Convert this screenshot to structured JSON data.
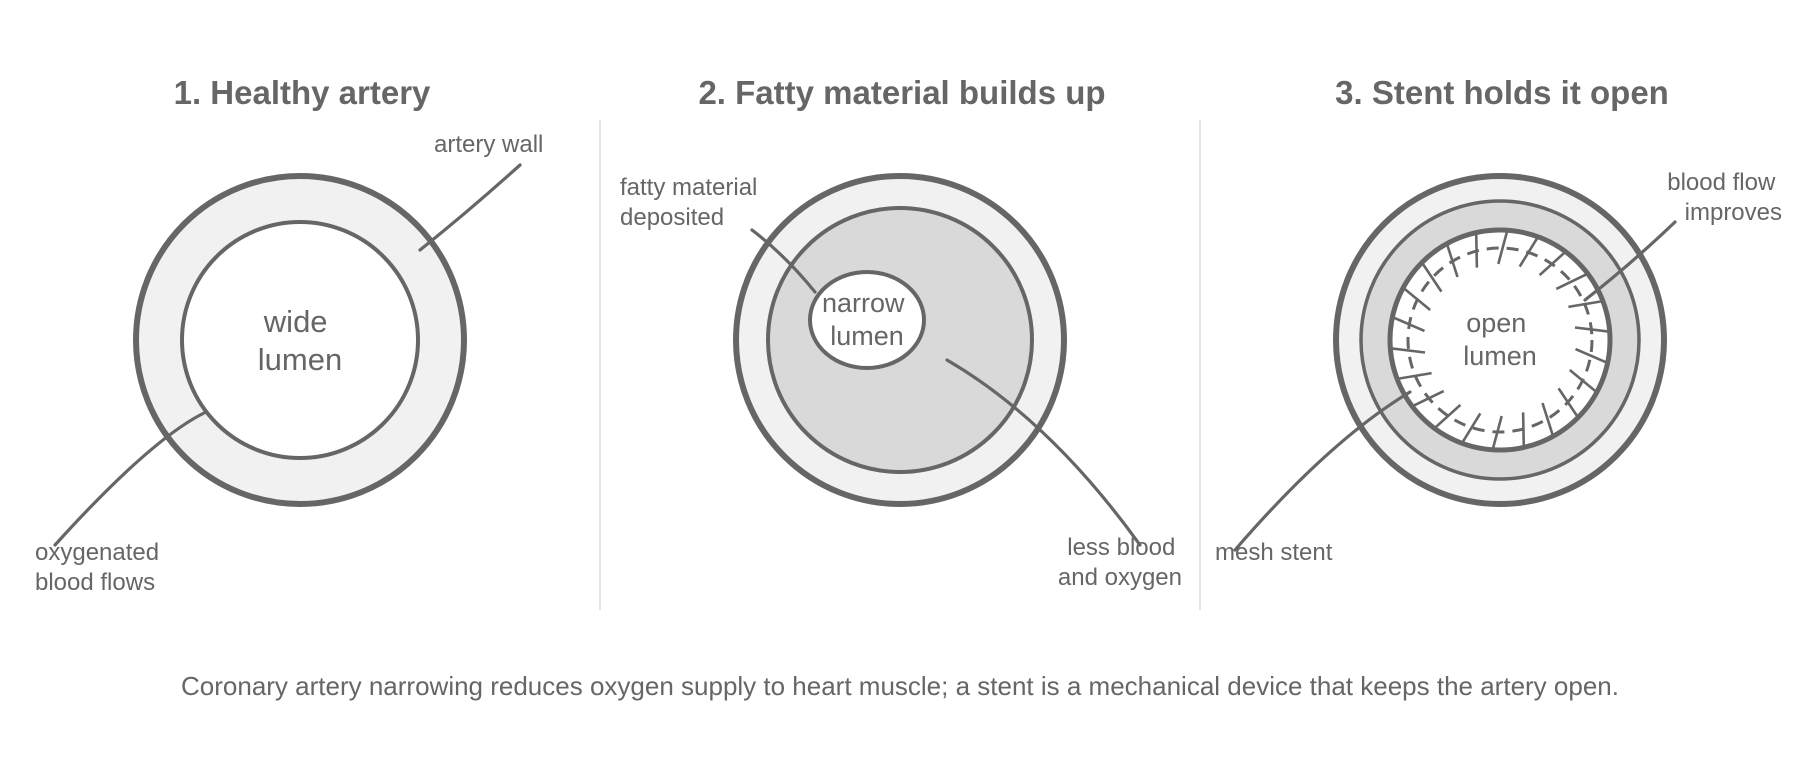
{
  "panels": [
    {
      "title": "1. Healthy artery",
      "center_label": [
        "wide",
        "lumen"
      ],
      "callouts": [
        {
          "lines": [
            "artery wall"
          ]
        },
        {
          "lines": [
            "oxygenated",
            "blood flows"
          ]
        }
      ]
    },
    {
      "title": "2. Fatty material builds up",
      "center_label": [
        "narrow",
        "lumen"
      ],
      "callouts": [
        {
          "lines": [
            "fatty material",
            "deposited"
          ]
        },
        {
          "lines": [
            "less blood",
            "and oxygen"
          ]
        }
      ]
    },
    {
      "title": "3. Stent holds it open",
      "center_label": [
        "open",
        "lumen"
      ],
      "callouts": [
        {
          "lines": [
            "blood flow",
            "improves"
          ]
        },
        {
          "lines": [
            "mesh stent"
          ]
        }
      ]
    }
  ],
  "caption": "Coronary artery narrowing reduces oxygen supply to heart muscle; a stent is a mechanical device that keeps the artery open.",
  "colors": {
    "stroke": "#666666",
    "wall_fill": "#f1f1f2",
    "plaque_fill": "#d9d9da",
    "lumen_fill": "#ffffff",
    "divider": "#e4e4e4"
  }
}
